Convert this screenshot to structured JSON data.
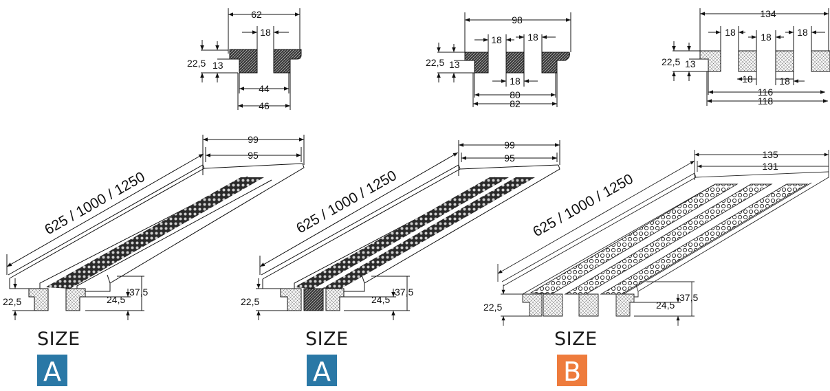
{
  "colors": {
    "line": "#111111",
    "hatch_dark": "#222222",
    "badge_a": "#2a78a6",
    "badge_b": "#ee7b3c"
  },
  "panels": [
    {
      "id": "a1",
      "size_word": "SIZE",
      "size_letter": "A",
      "badge_color": "#2a78a6",
      "cross_section": {
        "overall": "62",
        "gap": "18",
        "height_outer": "22,5",
        "height_inner": "13",
        "inner_width": "44",
        "outer_width": "46"
      },
      "perspective": {
        "length": "625 / 1000 / 1250",
        "width_outer": "99",
        "width_inner": "95",
        "height_left": "22,5",
        "height_mid": "24,5",
        "height_total": "37,5"
      }
    },
    {
      "id": "a2",
      "size_word": "SIZE",
      "size_letter": "A",
      "badge_color": "#2a78a6",
      "cross_section": {
        "overall": "98",
        "gap_left": "18",
        "gap_right": "18",
        "gap_bottom": "18",
        "height_outer": "22,5",
        "height_inner": "13",
        "inner_width": "80",
        "outer_width": "82"
      },
      "perspective": {
        "length": "625 / 1000 / 1250",
        "width_outer": "99",
        "width_inner": "95",
        "height_left": "22,5",
        "height_mid": "24,5",
        "height_total": "37,5"
      }
    },
    {
      "id": "b",
      "size_word": "SIZE",
      "size_letter": "B",
      "badge_color": "#ee7b3c",
      "cross_section": {
        "overall": "134",
        "gap_1": "18",
        "gap_2": "18",
        "gap_3": "18",
        "gap_bottom_1": "18",
        "gap_bottom_2": "18",
        "height_outer": "22,5",
        "height_inner": "13",
        "inner_width": "116",
        "outer_width": "118"
      },
      "perspective": {
        "length": "625 / 1000 / 1250",
        "width_outer": "135",
        "width_inner": "131",
        "height_left": "22,5",
        "height_mid": "24,5",
        "height_total": "37,5"
      }
    }
  ]
}
